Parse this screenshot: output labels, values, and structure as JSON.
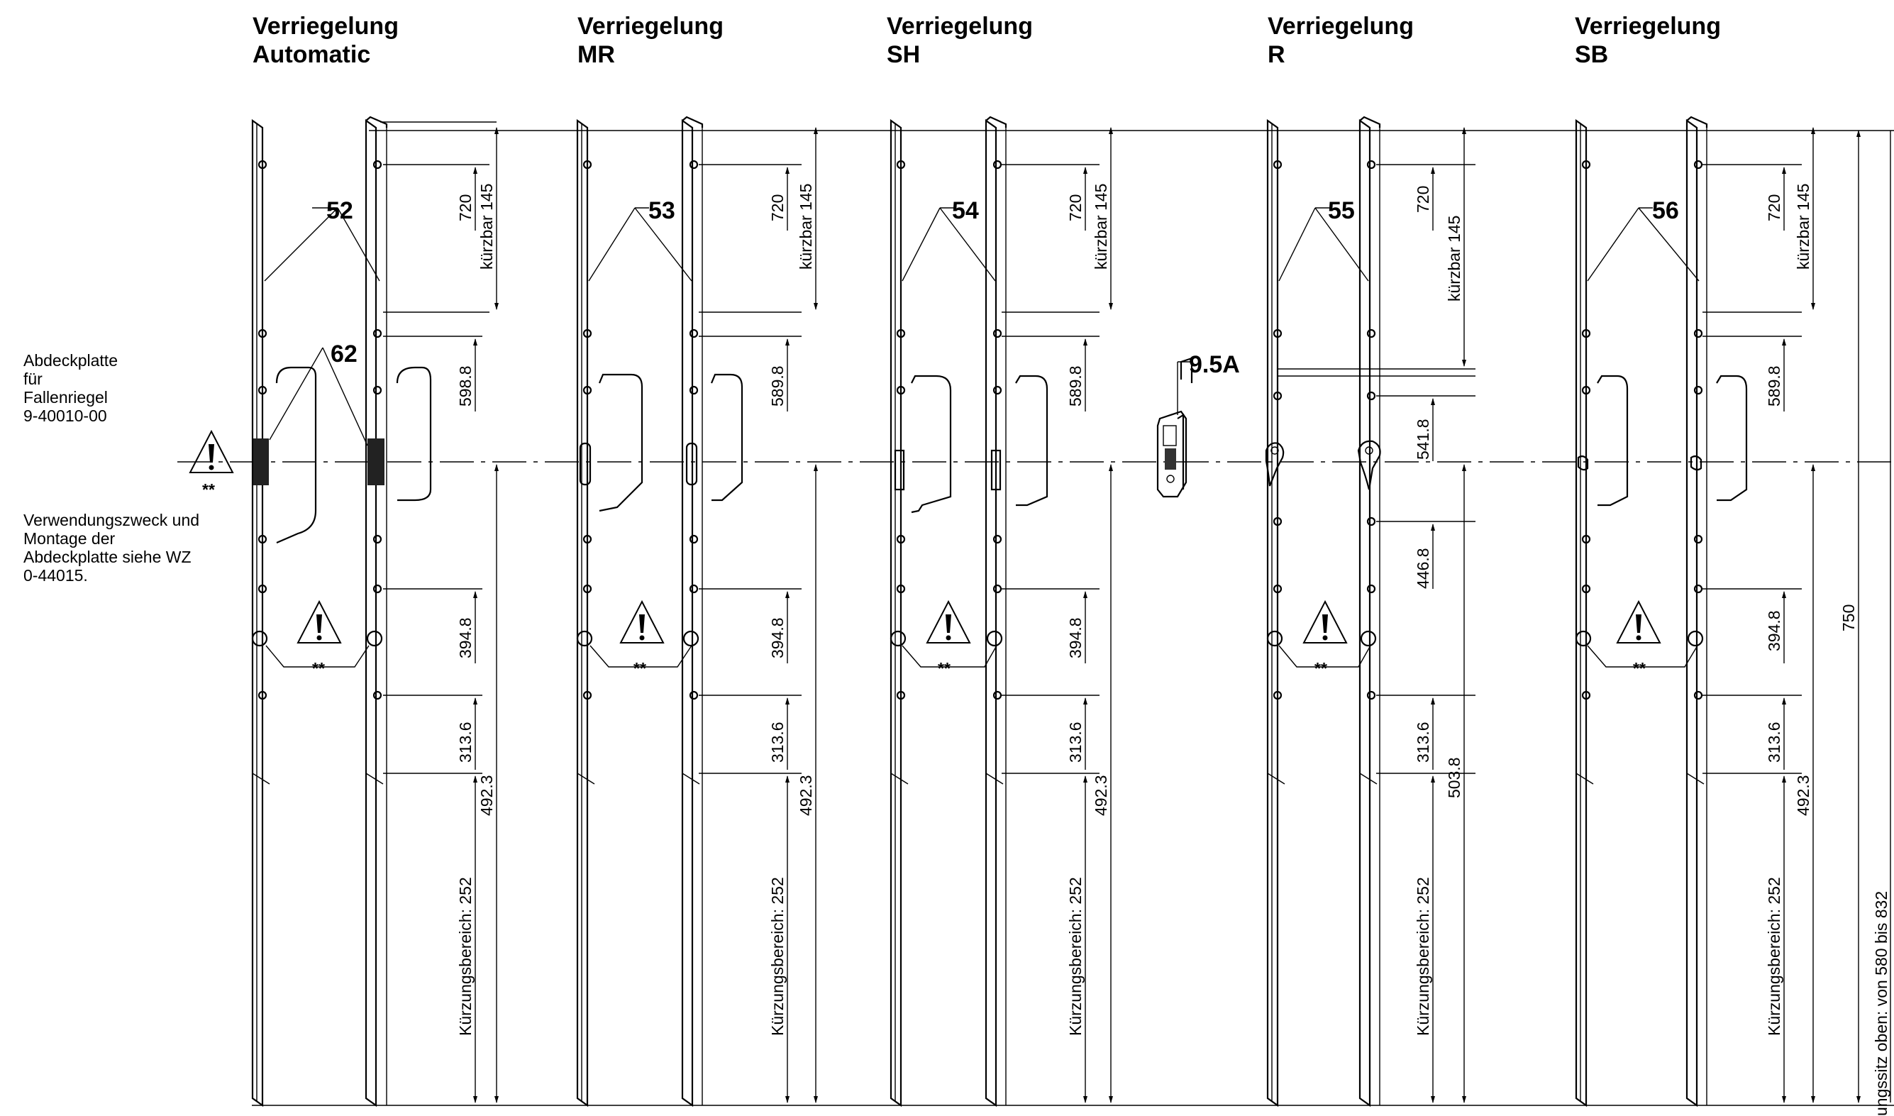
{
  "sections": [
    {
      "title_line1": "Verriegelung",
      "title_line2": "Automatic",
      "callout": "52",
      "dims": {
        "d720": "720",
        "kurzbar": "kürzbar 145",
        "upper": "598.8",
        "d394": "394.8",
        "d313": "313.6",
        "d492": "492.3",
        "range": "Kürzungsbereich: 252"
      }
    },
    {
      "title_line1": "Verriegelung",
      "title_line2": "MR",
      "callout": "53",
      "dims": {
        "d720": "720",
        "kurzbar": "kürzbar 145",
        "upper": "589.8",
        "d394": "394.8",
        "d313": "313.6",
        "d492": "492.3",
        "range": "Kürzungsbereich: 252"
      }
    },
    {
      "title_line1": "Verriegelung",
      "title_line2": "SH",
      "callout": "54",
      "dims": {
        "d720": "720",
        "kurzbar": "kürzbar 145",
        "upper": "589.8",
        "d394": "394.8",
        "d313": "313.6",
        "d492": "492.3",
        "range": "Kürzungsbereich: 252"
      }
    },
    {
      "title_line1": "Verriegelung",
      "title_line2": "R",
      "callout": "55",
      "dims": {
        "d720": "720",
        "kurzbar": "kürzbar 145",
        "d541": "541.8",
        "d446": "446.8",
        "d313": "313.6",
        "d503": "503.8",
        "range": "Kürzungsbereich: 252"
      }
    },
    {
      "title_line1": "Verriegelung",
      "title_line2": "SB",
      "callout": "56",
      "dims": {
        "d720": "720",
        "kurzbar": "kürzbar 145",
        "upper": "589.8",
        "d394": "394.8",
        "d313": "313.6",
        "d492": "492.3",
        "range": "Kürzungsbereich: 252"
      }
    }
  ],
  "callouts": {
    "latch_cover": "62",
    "keeper": "9.5A"
  },
  "warning_marker": "**",
  "left_notes": {
    "cover_plate": [
      "Abdeckplatte",
      "für",
      "Fallenriegel",
      "9-40010-00"
    ],
    "usage": [
      "Verwendungszweck und",
      "Montage der",
      "Abdeckplatte siehe WZ",
      "0-44015."
    ]
  },
  "right_dims": {
    "total": "750",
    "seat": "ungssitz oben: von 580 bis 832"
  }
}
